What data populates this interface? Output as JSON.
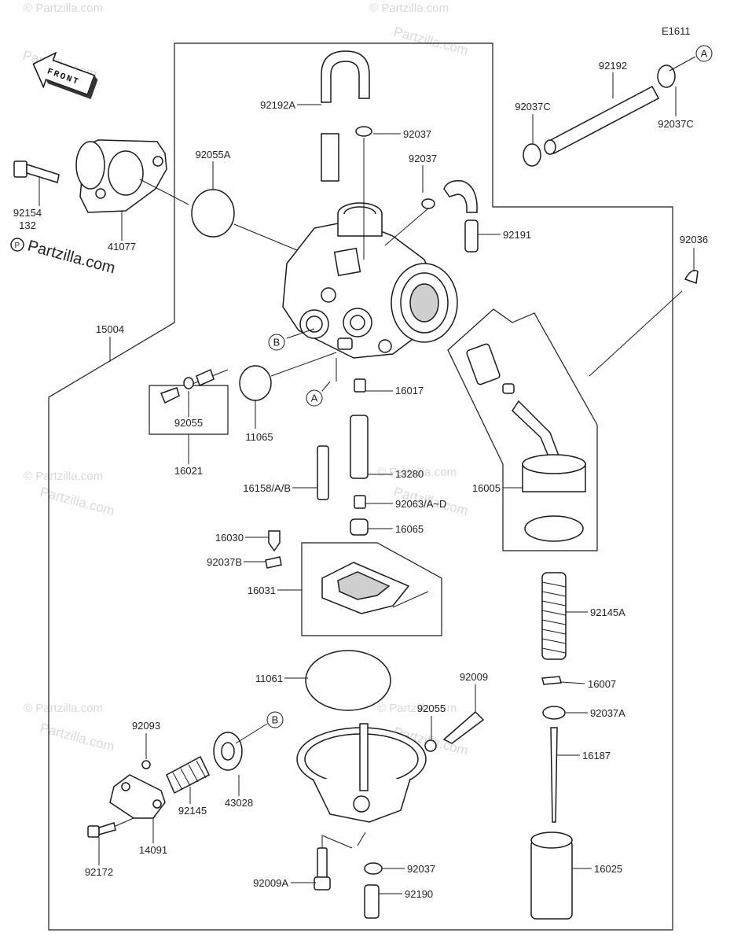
{
  "diagram": {
    "code": "E1611",
    "front_label": "FRONT",
    "watermark_brand": "Partzilla.com",
    "watermark_prefix": "©",
    "watermark_small": "© Partzilla.com"
  },
  "callouts": {
    "A": "A",
    "B": "B"
  },
  "parts": {
    "p92192A": "92192A",
    "p92037_top": "92037",
    "p92037_mid": "92037",
    "p92055A": "92055A",
    "p92154": "92154",
    "p132": "132",
    "p41077": "41077",
    "p92192": "92192",
    "p92037C_left": "92037C",
    "p92037C_right": "92037C",
    "p92191": "92191",
    "p92036": "92036",
    "p15004": "15004",
    "p92055_left": "92055",
    "p16021": "16021",
    "p11065": "11065",
    "p16017": "16017",
    "p13280": "13280",
    "p16158": "16158/A/B",
    "p92063": "92063/A~D",
    "p16005": "16005",
    "p16065": "16065",
    "p16030": "16030",
    "p92037B": "92037B",
    "p16031": "16031",
    "p92145A": "92145A",
    "p11061": "11061",
    "p92009": "92009",
    "p16007": "16007",
    "p92055_right": "92055",
    "p92037A": "92037A",
    "p92093": "92093",
    "p16187": "16187",
    "p92145": "92145",
    "p43028": "43028",
    "p14091": "14091",
    "p92172": "92172",
    "p92009A": "92009A",
    "p92037_bot": "92037",
    "p92190": "92190",
    "p16025": "16025"
  }
}
